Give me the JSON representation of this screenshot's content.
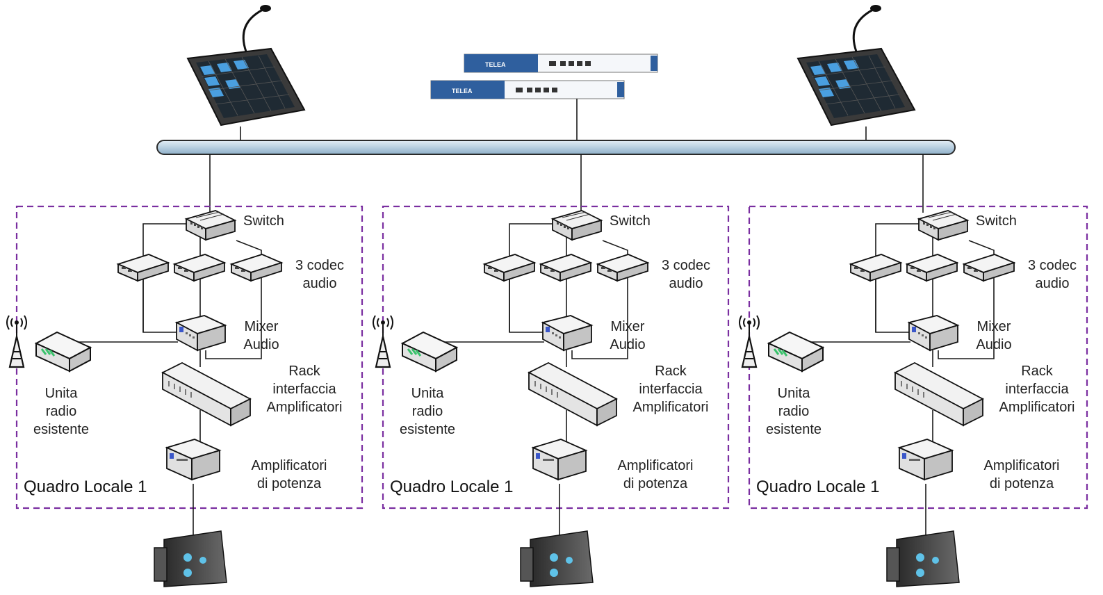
{
  "top": {
    "console_left": "operator-console",
    "console_right": "operator-console",
    "server_brand": "TELEA"
  },
  "panels": [
    {
      "title": "Quadro Locale 1",
      "switch_label": "Switch",
      "codec_label": [
        "3 codec",
        "audio"
      ],
      "mixer_label": [
        "Mixer",
        "Audio"
      ],
      "rack_label": [
        "Rack",
        "interfaccia",
        "Amplificatori"
      ],
      "amp_label": [
        "Amplificatori",
        "di potenza"
      ],
      "radio_label": [
        "Unita",
        "radio",
        "esistente"
      ]
    },
    {
      "title": "Quadro Locale 1",
      "switch_label": "Switch",
      "codec_label": [
        "3 codec",
        "audio"
      ],
      "mixer_label": [
        "Mixer",
        "Audio"
      ],
      "rack_label": [
        "Rack",
        "interfaccia",
        "Amplificatori"
      ],
      "amp_label": [
        "Amplificatori",
        "di potenza"
      ],
      "radio_label": [
        "Unita",
        "radio",
        "esistente"
      ]
    },
    {
      "title": "Quadro Locale 1",
      "switch_label": "Switch",
      "codec_label": [
        "3 codec",
        "audio"
      ],
      "mixer_label": [
        "Mixer",
        "Audio"
      ],
      "rack_label": [
        "Rack",
        "interfaccia",
        "Amplificatori"
      ],
      "amp_label": [
        "Amplificatori",
        "di potenza"
      ],
      "radio_label": [
        "Unita",
        "radio",
        "esistente"
      ]
    }
  ],
  "colors": {
    "bus": "#b9cfe0",
    "frame": "#7a2ea0",
    "server": "#2f5f9e",
    "screen": "#3a3a3a",
    "tile": "#4a9fe0",
    "radio_led": "#39c26b"
  }
}
